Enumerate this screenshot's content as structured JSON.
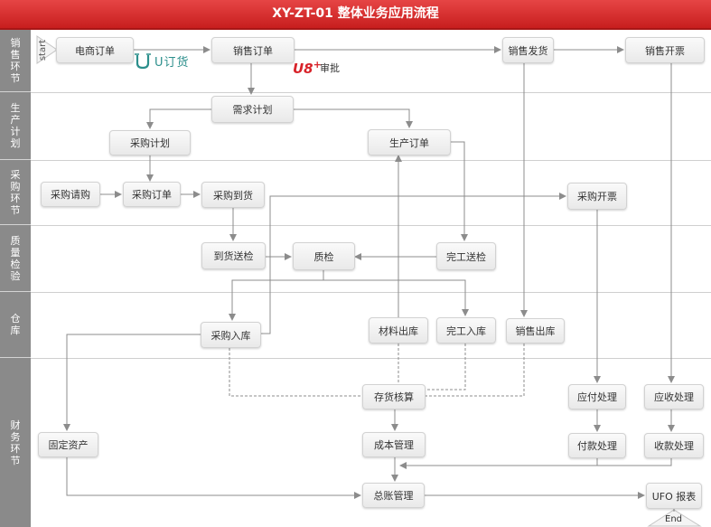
{
  "title": "XY-ZT-01 整体业务应用流程",
  "lanes": [
    {
      "id": "sales",
      "label": "销售环节"
    },
    {
      "id": "production",
      "label": "生产计划"
    },
    {
      "id": "procurement",
      "label": "采购环节"
    },
    {
      "id": "quality",
      "label": "质量检验"
    },
    {
      "id": "warehouse",
      "label": "仓库"
    },
    {
      "id": "finance",
      "label": "财务环节"
    }
  ],
  "terminals": {
    "start": "start",
    "end": "End"
  },
  "logos": {
    "u_order_text": "U订货",
    "u8_mark": "U8",
    "u8_plus": "+",
    "u8_label": "审批"
  },
  "nodes": {
    "ecommerce_order": "电商订单",
    "sales_order": "销售订单",
    "sales_shipment": "销售发货",
    "sales_invoice": "销售开票",
    "demand_plan": "需求计划",
    "purchase_plan": "采购计划",
    "production_order": "生产订单",
    "purchase_request": "采购请购",
    "purchase_order": "采购订单",
    "purchase_arrival": "采购到货",
    "purchase_invoice": "采购开票",
    "arrival_inspection": "到货送检",
    "quality_check": "质检",
    "completion_inspection": "完工送检",
    "purchase_inbound": "采购入库",
    "material_outbound": "材料出库",
    "completion_inbound": "完工入库",
    "sales_outbound": "销售出库",
    "inventory_accounting": "存货核算",
    "payable_processing": "应付处理",
    "receivable_processing": "应收处理",
    "fixed_assets": "固定资产",
    "cost_management": "成本管理",
    "payment_processing": "付款处理",
    "collection_processing": "收款处理",
    "general_ledger": "总账管理",
    "ufo_report": "UFO 报表"
  },
  "colors": {
    "title_bar": "#d42b2b",
    "lane_sidebar": "#8a8a8a",
    "edge": "#8c8c8c",
    "u8_red": "#d8232a",
    "u_order_teal": "#2c8f8c"
  }
}
